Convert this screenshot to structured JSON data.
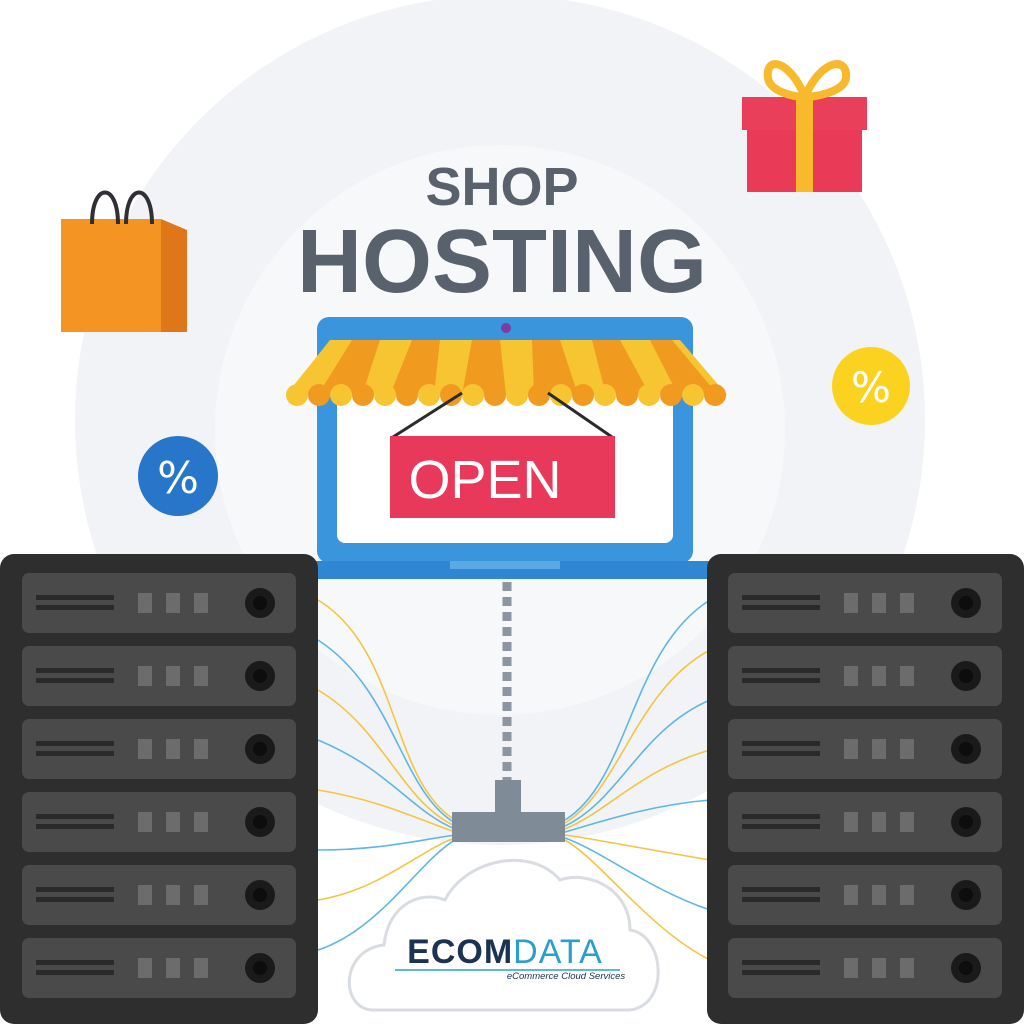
{
  "heading": {
    "line1": "SHOP",
    "line2": "HOSTING"
  },
  "sign": {
    "label": "OPEN"
  },
  "badges": {
    "left_symbol": "%",
    "right_symbol": "%"
  },
  "brand": {
    "part1": "ECOM",
    "part2": "DATA",
    "tagline": "eCommerce Cloud Services"
  },
  "icons": {
    "shopping_bag": "shopping-bag-icon",
    "gift_box": "gift-box-icon",
    "percent_badge_blue": "percent-badge-icon",
    "percent_badge_yellow": "percent-badge-icon",
    "cloud": "cloud-icon",
    "server_rack": "server-rack-icon",
    "laptop_storefront": "laptop-storefront-icon"
  },
  "colors": {
    "heading": "#59626c",
    "sign_red": "#e8395a",
    "laptop_blue": "#3b95dc",
    "awning_yellow": "#f7c531",
    "awning_orange": "#f09a20",
    "bag_orange": "#f39423",
    "gift_red": "#ea3f5b",
    "gift_ribbon": "#f8b92c",
    "badge_blue": "#2876c9",
    "badge_yellow": "#fbd21f",
    "server_dark": "#2e2e2e",
    "brand_navy": "#1b3350",
    "brand_teal": "#2a9fc9"
  }
}
